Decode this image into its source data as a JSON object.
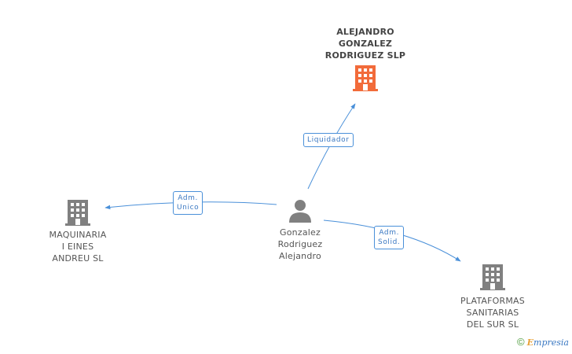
{
  "nodes": {
    "alejandro": {
      "label": "ALEJANDRO\nGONZALEZ\nRODRIGUEZ SLP",
      "color": "#f26b3a"
    },
    "maquinaria": {
      "label": "MAQUINARIA\nI EINES\nANDREU SL",
      "color": "#808080"
    },
    "person": {
      "label": "Gonzalez\nRodriguez\nAlejandro",
      "color": "#808080"
    },
    "plataformas": {
      "label": "PLATAFORMAS\nSANITARIAS\nDEL SUR SL",
      "color": "#808080"
    }
  },
  "edges": {
    "liquidador": "Liquidador",
    "adm_unico": "Adm.\nUnico",
    "adm_solid": "Adm.\nSolid."
  },
  "footer": {
    "copyright": "©",
    "brand_e": "E",
    "brand_rest": "mpresia"
  },
  "colors": {
    "edge": "#4a90d9",
    "accent": "#f26b3a",
    "gray": "#808080"
  }
}
